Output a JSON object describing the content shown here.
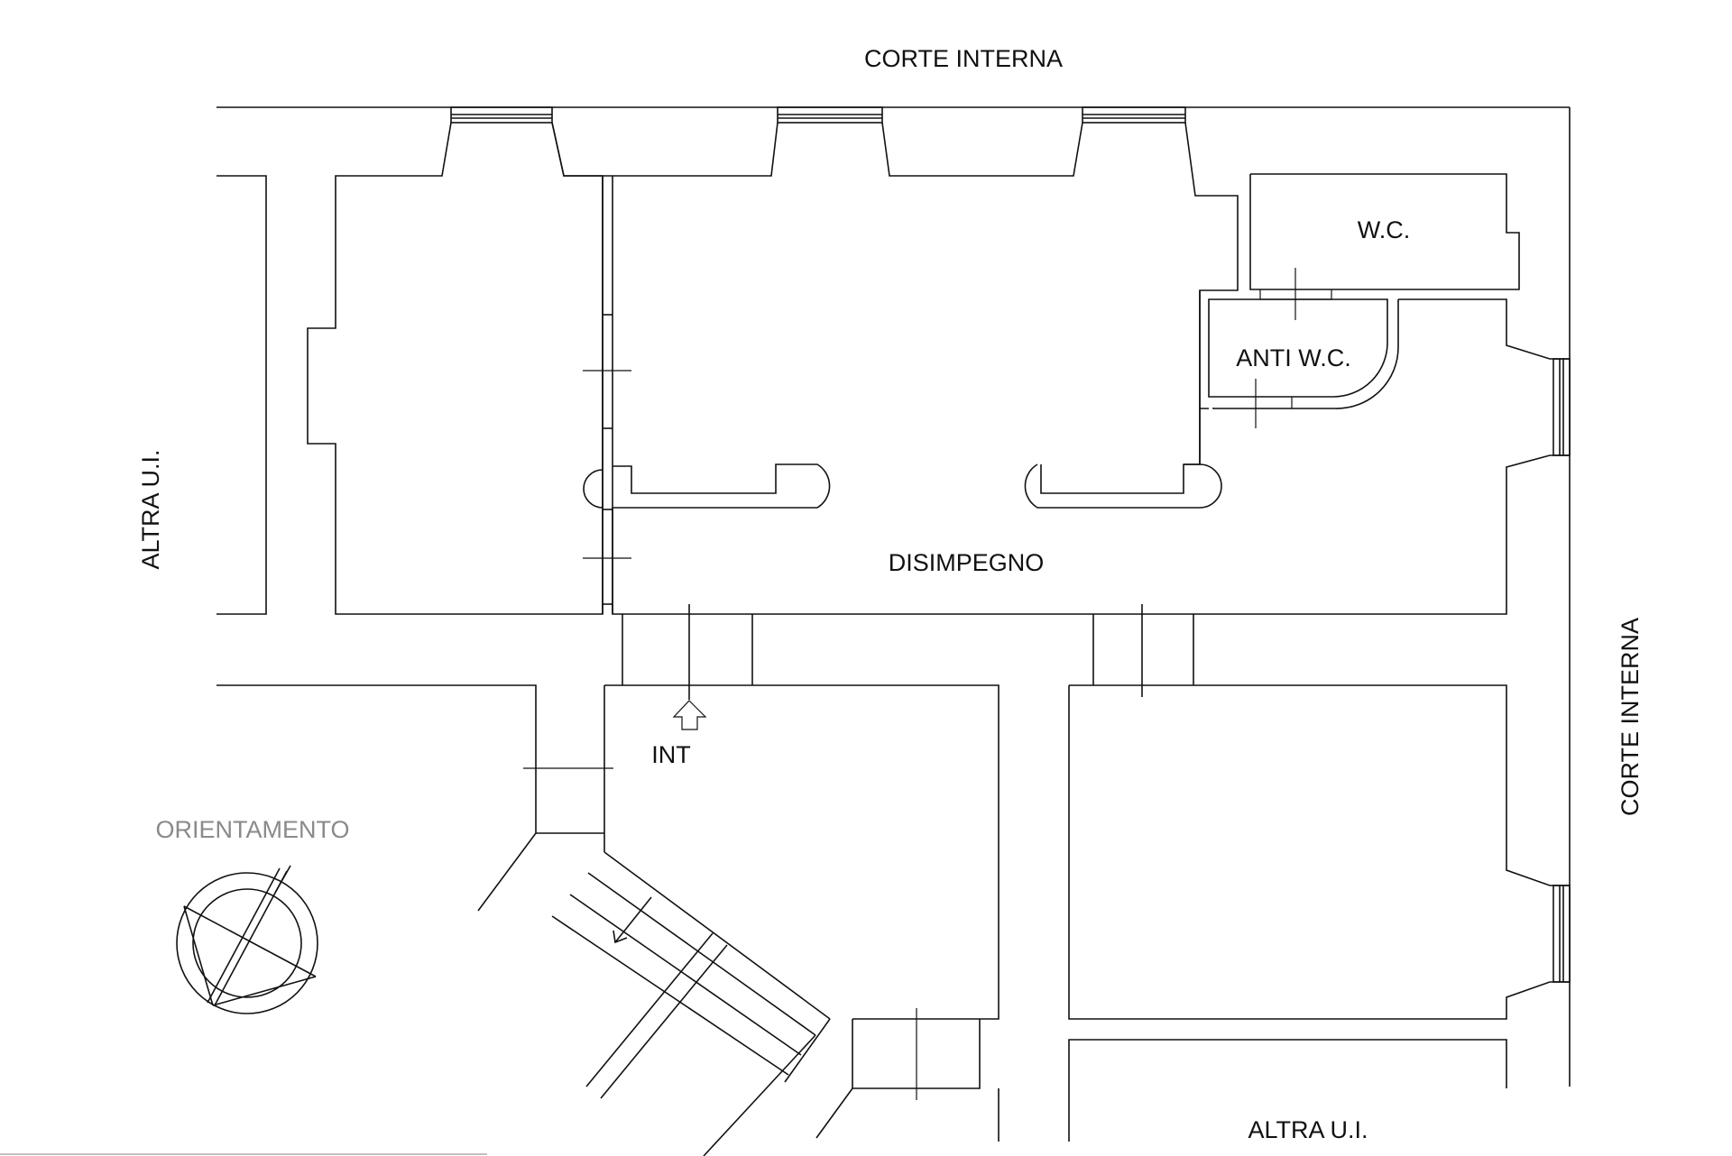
{
  "labels": {
    "top_court": "CORTE INTERNA",
    "right_court": "CORTE INTERNA",
    "left_unit": "ALTRA U.I.",
    "bottom_unit": "ALTRA U.I.",
    "wc": "W.C.",
    "anti_wc": "ANTI W.C.",
    "hallway": "DISIMPEGNO",
    "entrance": "INT",
    "orientation": "ORIENTAMENTO"
  },
  "icons": {
    "entrance_arrow": "entrance-arrow-icon",
    "stair_direction": "stair-arrow-icon",
    "compass": "compass-icon"
  }
}
